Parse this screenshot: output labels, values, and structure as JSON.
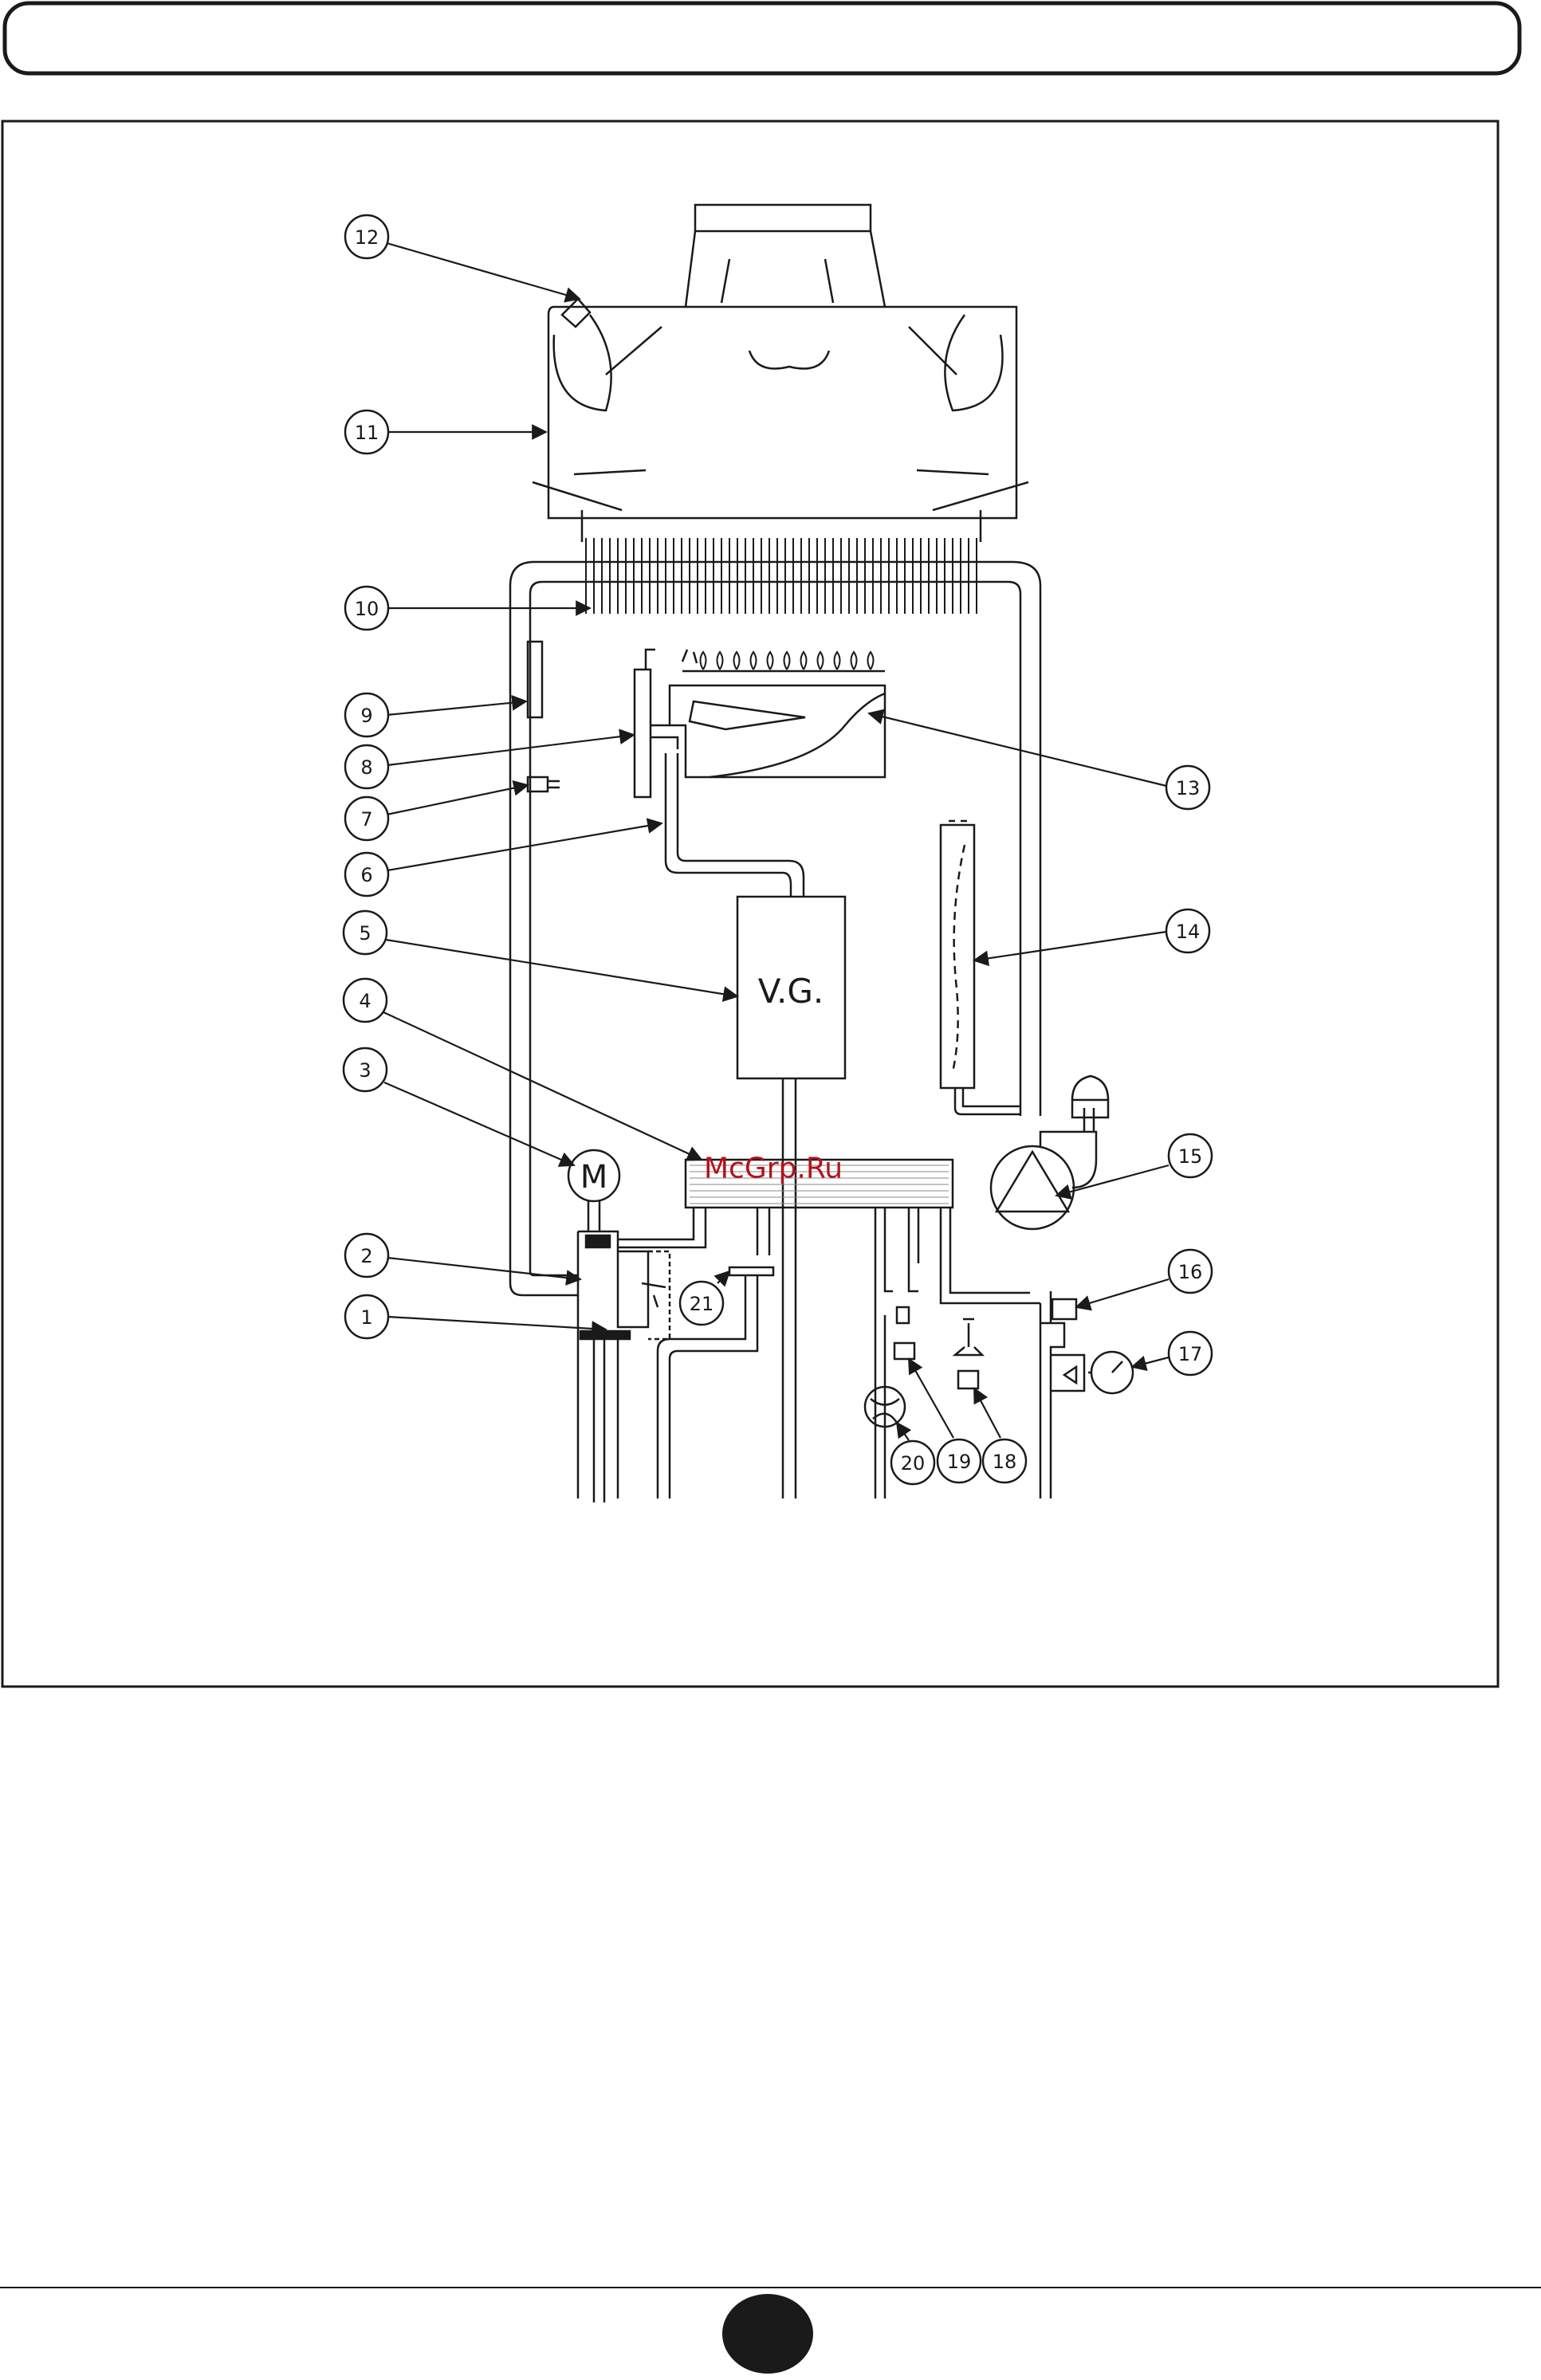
{
  "header": {
    "title": ""
  },
  "diagram": {
    "valve_label": "V.G.",
    "motor_label": "M",
    "watermark": "McGrp.Ru",
    "callouts": [
      "1",
      "2",
      "3",
      "4",
      "5",
      "6",
      "7",
      "8",
      "9",
      "10",
      "11",
      "12",
      "13",
      "14",
      "15",
      "16",
      "17",
      "18",
      "19",
      "20",
      "21"
    ]
  },
  "footer": {
    "page_number": ""
  },
  "colors": {
    "line": "#1a1a1a",
    "watermark": "#b5121b",
    "page": "#ffffff"
  }
}
